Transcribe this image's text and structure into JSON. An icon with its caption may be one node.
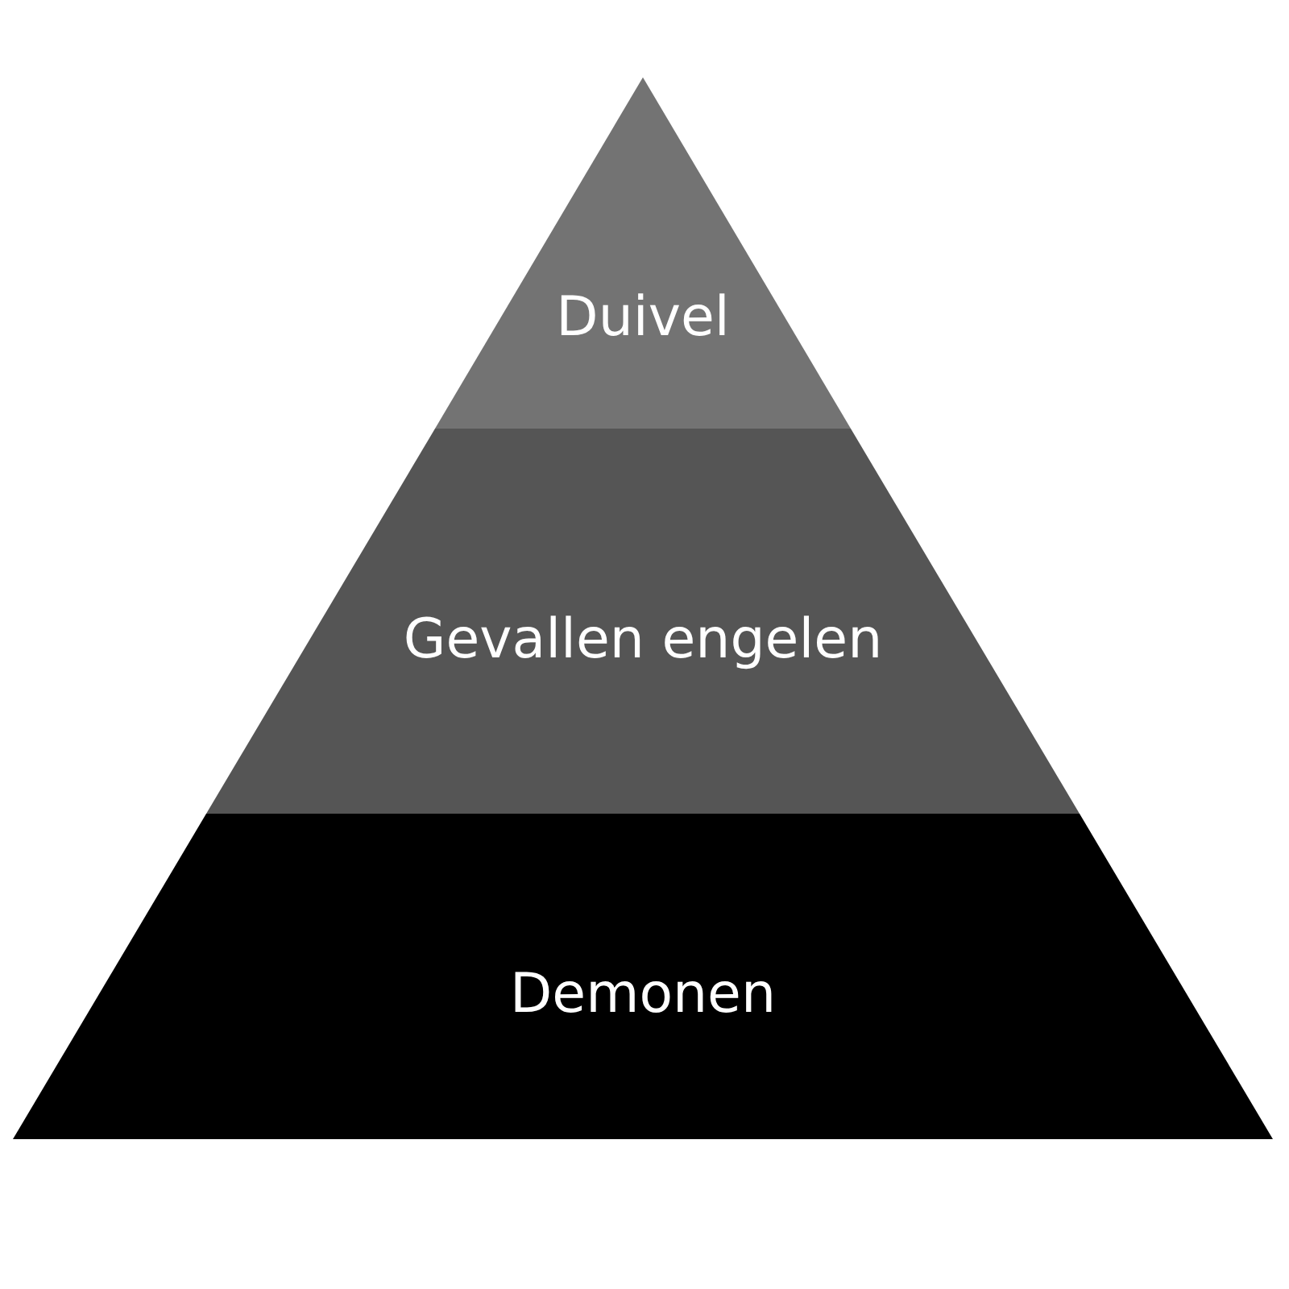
{
  "diagram": {
    "nodes": [
      {
        "text": [
          "Duivel"
        ]
      },
      {
        "text": [
          "Gevallen engelen"
        ]
      },
      {
        "text": [
          "Demonen"
        ]
      }
    ]
  }
}
